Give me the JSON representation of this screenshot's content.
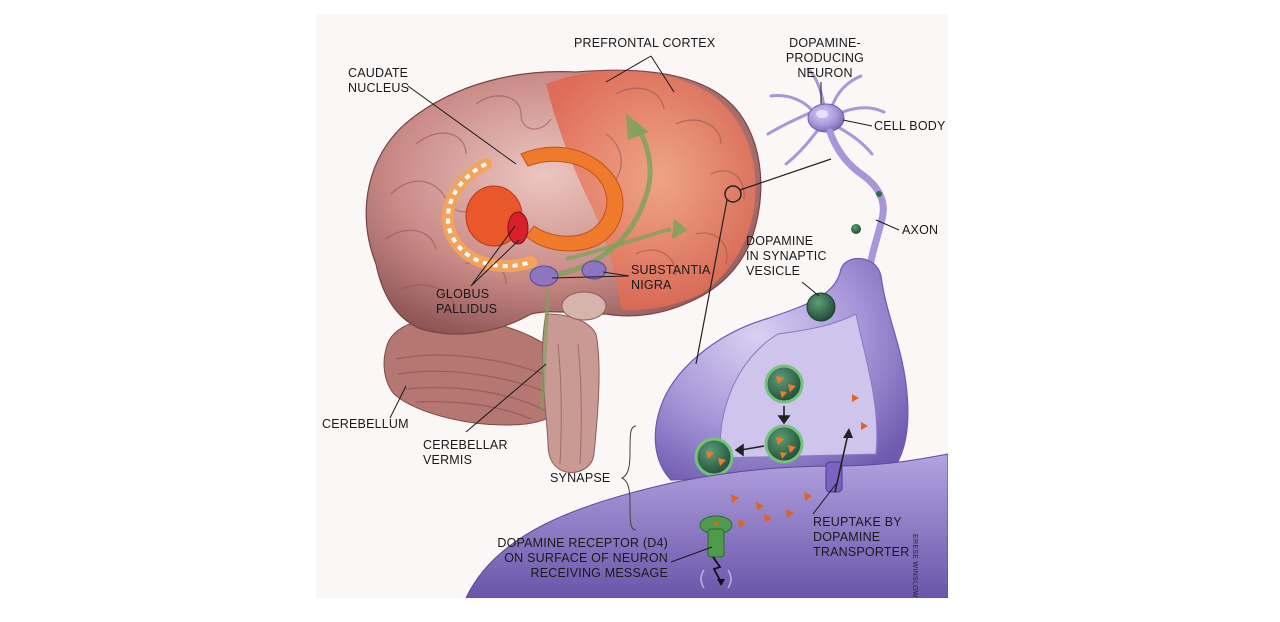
{
  "labels": {
    "prefrontal_cortex": "PREFRONTAL CORTEX",
    "caudate_nucleus": [
      "CAUDATE",
      "NUCLEUS"
    ],
    "dopamine_producing_neuron": [
      "DOPAMINE-",
      "PRODUCING",
      "NEURON"
    ],
    "cell_body": "CELL BODY",
    "axon": "AXON",
    "dopamine_in_vesicle": [
      "DOPAMINE",
      "IN SYNAPTIC",
      "VESICLE"
    ],
    "substantia_nigra": [
      "SUBSTANTIA",
      "NIGRA"
    ],
    "globus_pallidus": [
      "GLOBUS",
      "PALLIDUS"
    ],
    "cerebellum": "CEREBELLUM",
    "cerebellar_vermis": [
      "CEREBELLAR",
      "VERMIS"
    ],
    "synapse": "SYNAPSE",
    "dopamine_receptor": [
      "DOPAMINE RECEPTOR (D4)",
      "ON SURFACE OF NEURON",
      "RECEIVING MESSAGE"
    ],
    "reuptake": [
      "REUPTAKE BY",
      "DOPAMINE",
      "TRANSPORTER"
    ]
  },
  "credit": "ERESE WINSLOW",
  "colors": {
    "brain": "#c98a86",
    "cortex_highlight": "#e8805f",
    "caudate": "#ef7a2c",
    "globus": "#d81f2a",
    "neuron": "#9d8ccd",
    "vesicle": "#2f6b49",
    "receptor": "#4f9a4c",
    "dopamine": "#e2621f"
  }
}
